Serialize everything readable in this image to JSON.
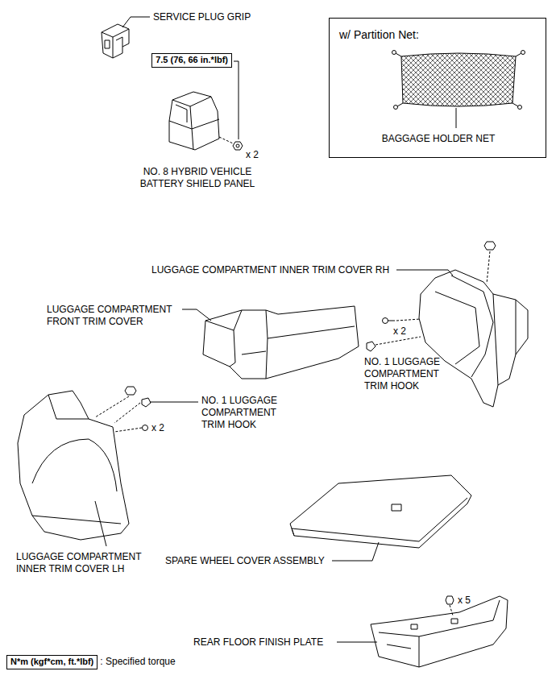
{
  "diagram": {
    "nodes": [
      {
        "text": [
          "7.5 (76, 66 in.*lbf)"
        ]
      },
      {
        "text": [
          "w/ Partition Net:",
          "BAGGAGE HOLDER NET"
        ]
      },
      {
        "text": [
          "N*m (kgf*cm, ft.*lbf)"
        ]
      }
    ],
    "labels": [
      "SERVICE PLUG GRIP",
      "x 2",
      "NO. 8 HYBRID VEHICLE BATTERY SHIELD PANEL",
      "LUGGAGE COMPARTMENT INNER TRIM COVER RH",
      "LUGGAGE COMPARTMENT FRONT TRIM COVER",
      "x 2",
      "NO. 1 LUGGAGE COMPARTMENT TRIM HOOK",
      "NO. 1 LUGGAGE COMPARTMENT TRIM HOOK",
      "x 2",
      "LUGGAGE COMPARTMENT INNER TRIM COVER LH",
      "SPARE WHEEL COVER ASSEMBLY",
      "x 5",
      "REAR FLOOR FINISH PLATE",
      ": Specified torque"
    ]
  }
}
